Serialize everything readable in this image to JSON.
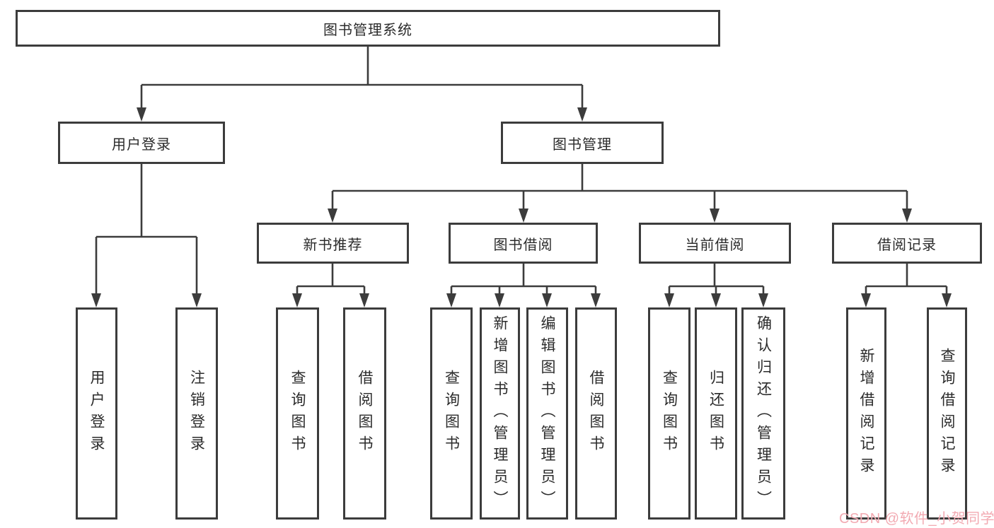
{
  "tree": {
    "label": "图书管理系统",
    "children": [
      {
        "label": "用户登录",
        "children": [
          {
            "label": "用户登录"
          },
          {
            "label": "注销登录"
          }
        ]
      },
      {
        "label": "图书管理",
        "children": [
          {
            "label": "新书推荐",
            "children": [
              {
                "label": "查询图书"
              },
              {
                "label": "借阅图书"
              }
            ]
          },
          {
            "label": "图书借阅",
            "children": [
              {
                "label": "查询图书"
              },
              {
                "label": "新增图书（管理员）"
              },
              {
                "label": "编辑图书（管理员）"
              },
              {
                "label": "借阅图书"
              }
            ]
          },
          {
            "label": "当前借阅",
            "children": [
              {
                "label": "查询图书"
              },
              {
                "label": "归还图书"
              },
              {
                "label": "确认归还（管理员）"
              }
            ]
          },
          {
            "label": "借阅记录",
            "children": [
              {
                "label": "新增借阅记录"
              },
              {
                "label": "查询借阅记录"
              }
            ]
          }
        ]
      }
    ]
  },
  "watermark": {
    "text": "CSDN @软件_小贺同学"
  },
  "colors": {
    "line": "#3c3c3c",
    "box_border": "#3c3c3c",
    "text": "#2b2b2b",
    "watermark": "#f2aab2"
  }
}
